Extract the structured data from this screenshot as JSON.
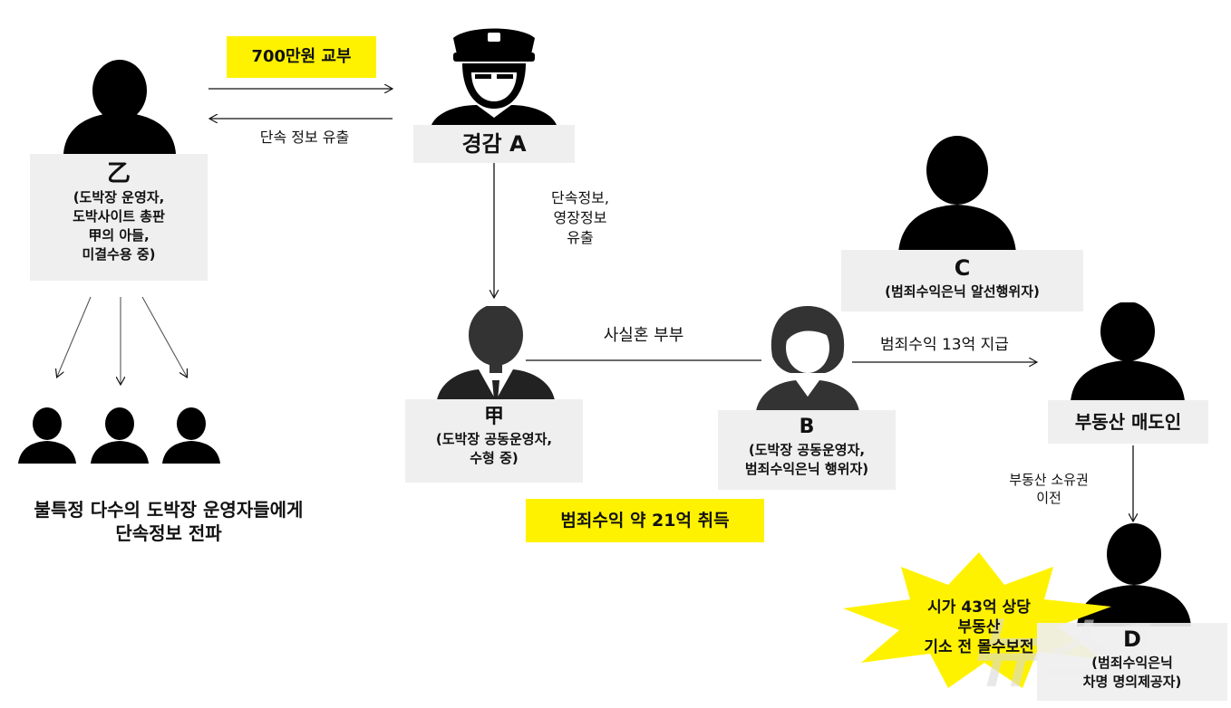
{
  "colors": {
    "highlight": "#fff200",
    "label_bg": "#efefef",
    "silhouette": "#000000"
  },
  "icons": {
    "person": "person-silhouette-icon",
    "police": "police-officer-icon",
    "man": "man-suit-icon",
    "woman": "woman-icon",
    "star": "star-burst-icon",
    "watermark": "news1-watermark-logo"
  },
  "payment": "700만원 교부",
  "leak_info": "단속 정보 유출",
  "police_label": "경감 A",
  "eul": {
    "name": "乙",
    "lines": [
      "(도박장 운영자,",
      "도박사이트 총판",
      "甲의 아들,",
      "미결수용 중)"
    ]
  },
  "leak_to_gap": [
    "단속정보,",
    "영장정보",
    "유출"
  ],
  "spread_text": [
    "불특정 다수의 도박장 운영자들에게",
    "단속정보 전파"
  ],
  "gap": {
    "name": "甲",
    "lines": [
      "(도박장 공동운영자,",
      "수형 중)"
    ]
  },
  "relation": "사실혼 부부",
  "b": {
    "name": "B",
    "lines": [
      "(도박장 공동운영자,",
      "범죄수익은닉 행위자)"
    ]
  },
  "proceeds": "범죄수익 약 21억 취득",
  "c": {
    "name": "C",
    "line": "(범죄수익은닉 알선행위자)"
  },
  "payment_13": "범죄수익 13억 지급",
  "seller": "부동산 매도인",
  "transfer": [
    "부동산 소유권",
    "이전"
  ],
  "star_text": [
    "시가 43억 상당",
    "부동산",
    "기소 전 몰수보전"
  ],
  "d": {
    "name": "D",
    "lines": [
      "(범죄수익은닉",
      "차명 명의제공자)"
    ]
  }
}
